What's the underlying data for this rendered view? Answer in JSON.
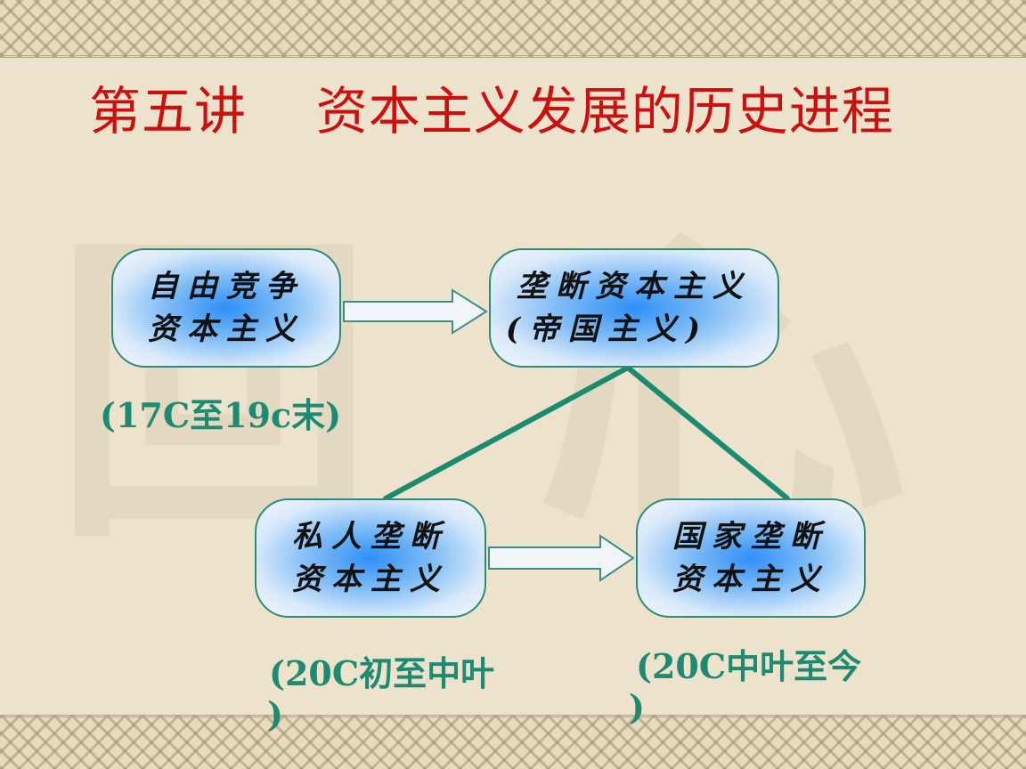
{
  "title": "第五讲    资本主义发展的历史进程",
  "nodes": {
    "free": {
      "line1": "自由竞争",
      "line2": "资本主义"
    },
    "monopoly": {
      "line1": "垄断资本主义",
      "line2": "(帝国主义)"
    },
    "private": {
      "line1": "私人垄断",
      "line2": "资本主义"
    },
    "state": {
      "line1": "国家垄断",
      "line2": "资本主义"
    }
  },
  "periods": {
    "free": "(17C至19c末)",
    "private_line1": "(20C初至中叶",
    "private_line2": ")",
    "state_line1": "(20C中叶至今",
    "state_line2": ")"
  },
  "colors": {
    "title": "#cc1010",
    "node_border": "#2e8b7a",
    "connector": "#1a8a70",
    "period_text": "#1f8a72",
    "arrow_fill": "#f0f4f8"
  }
}
